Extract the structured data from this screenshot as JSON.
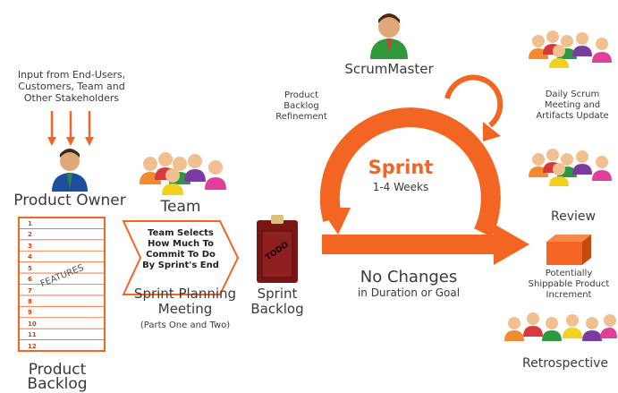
{
  "inputs": {
    "line1": "Input from End-Users,",
    "line2": "Customers, Team and",
    "line3": "Other Stakeholders"
  },
  "product_owner": "Product Owner",
  "product_backlog": {
    "title_line1": "Product",
    "title_line2": "Backlog",
    "rows": [
      "1",
      "2",
      "3",
      "4",
      "5",
      "6",
      "7",
      "8",
      "9",
      "10",
      "11",
      "12"
    ],
    "watermark": "FEATURES"
  },
  "team": "Team",
  "planning_arrow": {
    "line1": "Team Selects",
    "line2": "How Much To",
    "line3": "Commit To Do",
    "line4": "By Sprint's End"
  },
  "sprint_planning": {
    "line1": "Sprint Planning",
    "line2": "Meeting",
    "line3": "(Parts One and Two)"
  },
  "sprint_backlog": {
    "line1": "Sprint",
    "line2": "Backlog",
    "board_text": "TODO"
  },
  "scrum_master": "ScrumMaster",
  "refinement": {
    "line1": "Product",
    "line2": "Backlog",
    "line3": "Refinement"
  },
  "sprint": {
    "title": "Sprint",
    "duration": "1-4 Weeks"
  },
  "no_changes": {
    "line1": "No Changes",
    "line2": "in Duration or Goal"
  },
  "daily": {
    "line1": "Daily Scrum",
    "line2": "Meeting and",
    "line3": "Artifacts Update"
  },
  "review": "Review",
  "increment": {
    "line1": "Potentially",
    "line2": "Shippable Product",
    "line3": "Increment"
  },
  "retrospective": "Retrospective",
  "colors": {
    "orange": "#f26522",
    "text": "#3a3a3a",
    "board": "#7a1515"
  }
}
